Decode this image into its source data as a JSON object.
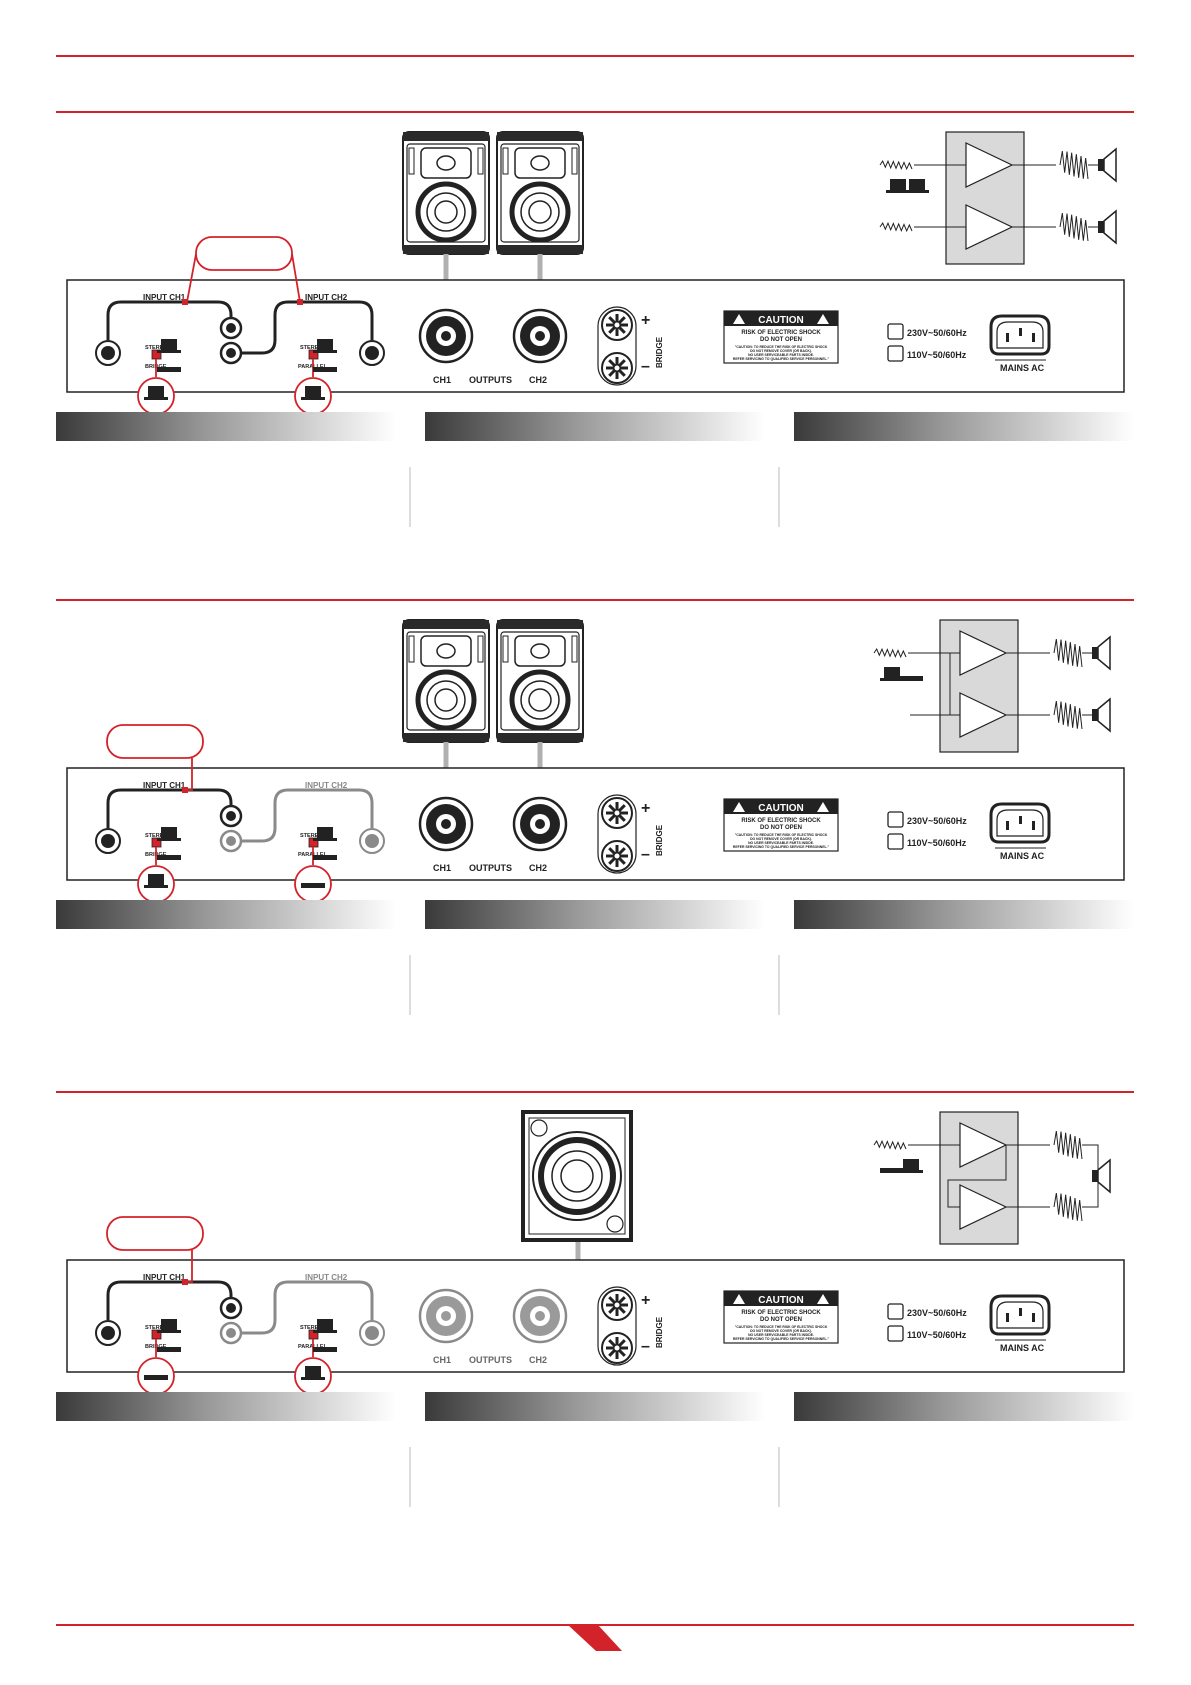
{
  "panel": {
    "input_ch1": "INPUT CH1",
    "input_ch2": "INPUT CH2",
    "switch1_top": "STEREO",
    "switch1_bottom": "BRIDGE",
    "switch2_top": "STEREO",
    "switch2_bottom": "PARALLEL",
    "out_ch1": "CH1",
    "outputs": "OUTPUTS",
    "out_ch2": "CH2",
    "bridge": "BRIDGE",
    "plus": "+",
    "minus": "–",
    "caution_title": "CAUTION",
    "caution_line1": "RISK OF ELECTRIC SHOCK",
    "caution_line2": "DO NOT OPEN",
    "caution_small1": "\"CAUTION: TO REDUCE THE RISK OF ELECTRIC SHOCK",
    "caution_small2": "DO NOT REMOVE COVER (OR BACK).",
    "caution_small3": "NO USER SERVICEABLE PARTS INSIDE.",
    "caution_small4": "REFER SERVICING TO QUALIFIED SERVICE PERSONNEL.\"",
    "voltage_230": "230V~50/60Hz",
    "voltage_110": "110V~50/60Hz",
    "mains": "MAINS AC"
  },
  "sections": [
    {
      "mode": "stereo",
      "ch2_active": true,
      "bridged": false,
      "switch1": "up",
      "switch2": "up"
    },
    {
      "mode": "parallel",
      "ch2_active": false,
      "bridged": false,
      "switch1": "up",
      "switch2": "down"
    },
    {
      "mode": "bridge",
      "ch2_active": false,
      "bridged": true,
      "switch1": "down",
      "switch2": "up"
    }
  ],
  "colors": {
    "accent": "#d2232a",
    "panel_stroke": "#222222",
    "cable": "#b0b0b0",
    "inactive": "#8a8a8a",
    "amp_box": "#d9d9d9"
  }
}
